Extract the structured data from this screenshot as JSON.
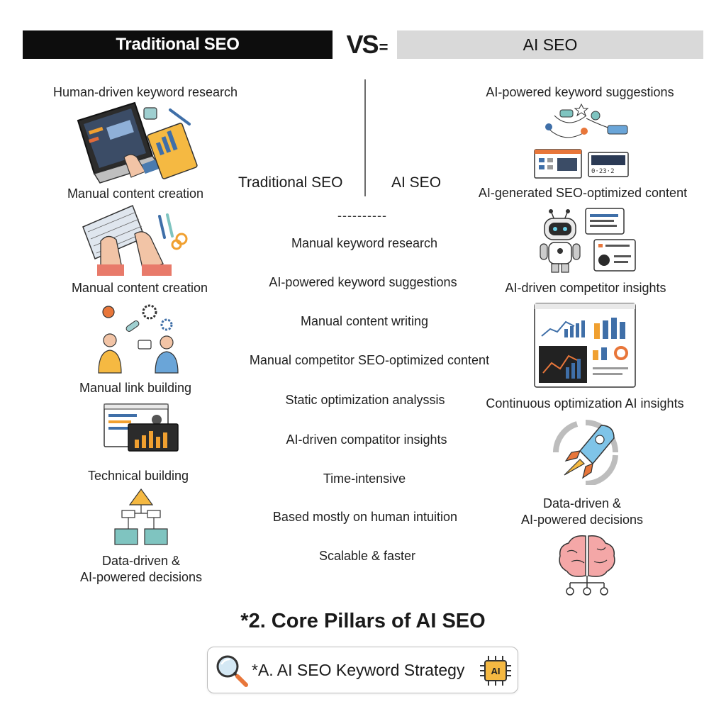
{
  "header": {
    "left_title": "Traditional SEO",
    "right_title": "AI SEO",
    "vs": "VS",
    "vs_suffix": "="
  },
  "left_column": [
    "Human-driven keyword research",
    "Manual content creation",
    "Manual content creation",
    "Manual link building",
    "Technical building",
    "Data-driven &",
    "AI-powered decisions"
  ],
  "right_column": [
    "AI-powered keyword suggestions",
    "AI-generated SEO-optimized content",
    "AI-driven competitor insights",
    "Continuous optimization AI insights",
    "Data-driven &",
    "AI-powered decisions"
  ],
  "middle": {
    "left_heading": "Traditional SEO",
    "right_heading": "AI SEO",
    "separator": "----------",
    "rows": [
      "Manual keyword research",
      "AI-powered keyword suggestions",
      "Manual content writing",
      "Manual competitor SEO-optimized content",
      "Static optimization analyssis",
      "AI-driven compatitor insights",
      "Time-intensive",
      "Based mostly on human intuition",
      "Scalable & faster"
    ]
  },
  "footer": {
    "section_title": "*2. Core Pillars of AI SEO",
    "keyword_box": "*A. AI SEO Keyword Strategy",
    "chip_label": "AI"
  },
  "colors": {
    "dark_bar": "#0d0d0d",
    "light_bar": "#d9d9d9",
    "accent_orange": "#f0a030",
    "accent_blue": "#3f6fa8",
    "accent_teal": "#7fc4c0"
  }
}
